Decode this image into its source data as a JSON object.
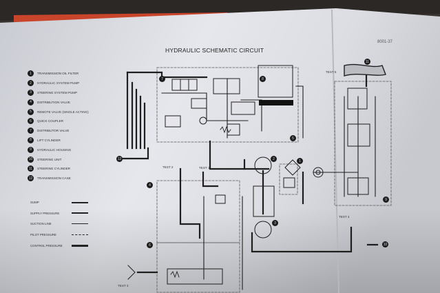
{
  "diagram": {
    "title": "HYDRAULIC SCHEMATIC CIRCUIT",
    "page_code": "8001-37",
    "legend": [
      {
        "num": "1",
        "label": "TRANSMISSION OIL FILTER"
      },
      {
        "num": "2",
        "label": "HYDRAULIC SYSTEM PUMP"
      },
      {
        "num": "3",
        "label": "STEERING SYSTEM PUMP"
      },
      {
        "num": "4",
        "label": "DISTRIBUTION VALVE"
      },
      {
        "num": "5",
        "label": "REMOTE VALVE (SINGLE ACTING)"
      },
      {
        "num": "6",
        "label": "QUICK COUPLER"
      },
      {
        "num": "7",
        "label": "DISTRIBUTOR VALVE"
      },
      {
        "num": "8",
        "label": "LIFT CYLINDER"
      },
      {
        "num": "9",
        "label": "HYDRAULIC HOUSING"
      },
      {
        "num": "10",
        "label": "STEERING UNIT"
      },
      {
        "num": "11",
        "label": "STEERING CYLINDER"
      },
      {
        "num": "12",
        "label": "TRANSMISSION CASE"
      }
    ],
    "line_key": [
      {
        "label": "SUMP",
        "style": "solid"
      },
      {
        "label": "SUPPLY PRESSURE",
        "style": "solid"
      },
      {
        "label": "SUCTION LINE",
        "style": "thin"
      },
      {
        "label": "PILOT PRESSURE",
        "style": "dash"
      },
      {
        "label": "CONTROL PRESSURE",
        "style": "thick"
      }
    ],
    "test_points": [
      {
        "label": "TEST 2"
      },
      {
        "label": "TEST 1"
      },
      {
        "label": "TEST 5"
      },
      {
        "label": "TEST 3"
      },
      {
        "label": "TEST 4"
      }
    ],
    "callouts": [
      "7",
      "8",
      "2",
      "1",
      "5",
      "12",
      "4",
      "3",
      "6",
      "9",
      "11",
      "10"
    ]
  }
}
